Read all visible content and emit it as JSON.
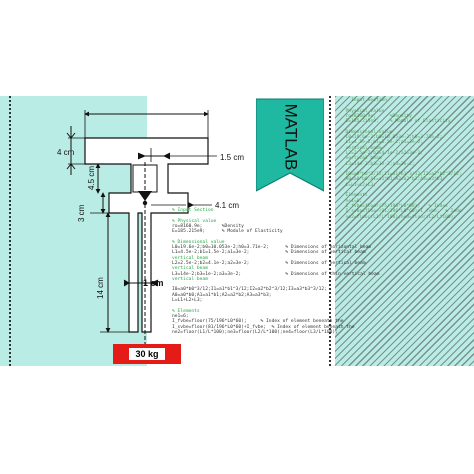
{
  "labels": {
    "dim_4cm": "4 cm",
    "dim_1_5cm": "1.5 cm",
    "dim_4_5cm": "4.5 cm",
    "dim_4_1cm": "4.1 cm",
    "dim_3cm": "3 cm",
    "dim_14cm": "14 cm",
    "dim_1cm": "1 cm",
    "load": "30 kg",
    "banner": "MATLAB"
  },
  "code_mid": [
    {
      "t": "% Input Section",
      "c": "green"
    },
    {
      "t": "",
      "c": "dark"
    },
    {
      "t": "% Physical value",
      "c": "green"
    },
    {
      "t": "ro=8160.9e;       %Density",
      "c": "dark"
    },
    {
      "t": "E=185.215e9;      % Module of Elasticity",
      "c": "dark"
    },
    {
      "t": "",
      "c": "dark"
    },
    {
      "t": "% Dimensional value",
      "c": "green"
    },
    {
      "t": "L0=19.6e-2;b0=10.053e-2;h0=3.71e-2;      % Dimensions of horizontal beam",
      "c": "dark"
    },
    {
      "t": "L1=4.5e-2;b1=1.5e-2;a1=3e-2;             % Dimensions of vertical beam",
      "c": "dark"
    },
    {
      "t": "vertical beam",
      "c": "green"
    },
    {
      "t": "L2=2.5e-2;b2=4.1e-2;a2=3e-2;             % Dimensions of vertical beam",
      "c": "dark"
    },
    {
      "t": "vertical beam",
      "c": "green"
    },
    {
      "t": "L3=14e-2;b3=1e-2;a3=3e-2;                % Dimensions of thin vertical beam",
      "c": "dark"
    },
    {
      "t": "vertical beam",
      "c": "green"
    },
    {
      "t": "",
      "c": "dark"
    },
    {
      "t": "I0=a0*b0^3/12;I1=a1*b1^3/12;I2=a2*b2^3/12;I3=a3*b3^3/12;",
      "c": "dark"
    },
    {
      "t": "A0=a0*b0;A1=a1*b1;A2=a2*b2;A3=a3*b3;",
      "c": "dark"
    },
    {
      "t": "L=L1+L2+L3;",
      "c": "dark"
    },
    {
      "t": "",
      "c": "dark"
    },
    {
      "t": "% Elements",
      "c": "green"
    },
    {
      "t": "ne1=6;",
      "c": "dark"
    },
    {
      "t": "I_fvbe=floor(75/196*L0*60);     % Index of element beneath the",
      "c": "dark"
    },
    {
      "t": "I_svbe=floor(81/196*L0*60)+I_fvbe;  % Index of element beneath the",
      "c": "dark"
    },
    {
      "t": "ne2=floor(L1/L*100);ne3=floor(L2/L*100);ne4=floor(L3/L*100);",
      "c": "dark"
    }
  ],
  "code_right": [
    {
      "t": "    Input Section",
      "c": "pale"
    },
    {
      "t": "",
      "c": "pale"
    },
    {
      "t": "  Physical value",
      "c": "pale"
    },
    {
      "t": "  ro=8160.9e;     %Density",
      "c": "pale"
    },
    {
      "t": "  E=185.215e9;    % Module of Elasticity",
      "c": "pale"
    },
    {
      "t": "",
      "c": "pale"
    },
    {
      "t": "  Dimensional value",
      "c": "pale"
    },
    {
      "t": "  L0=19.6e-2;b0=10.053e-2;h0=3.71e-2;",
      "c": "pale"
    },
    {
      "t": "  L1=4.5e-2;b1=1.5e-2;a1=3e-2;",
      "c": "pale"
    },
    {
      "t": "  vertical beam",
      "c": "pale"
    },
    {
      "t": "  L2=2.5e-2;b2=4.1e-2;a2=3e-2;",
      "c": "pale"
    },
    {
      "t": "  vertical beam",
      "c": "pale"
    },
    {
      "t": "  L3=14e-2;b3=1e-2;a3=3e-2;",
      "c": "pale"
    },
    {
      "t": "",
      "c": "pale"
    },
    {
      "t": "  I0=a0*b0^3/12;I1=a1*b1^3/12;I2=a2*b2^3/12;",
      "c": "pale"
    },
    {
      "t": "  A0=a0*b0;A1=a1*b1;A2=a2*b2;A3=a3*b3;",
      "c": "pale"
    },
    {
      "t": "  L=L1+L2+L3;",
      "c": "pale"
    },
    {
      "t": "",
      "c": "pale"
    },
    {
      "t": "  Elements",
      "c": "pale"
    },
    {
      "t": "  ne1=6;",
      "c": "pale"
    },
    {
      "t": "  I_fvbe=floor(75/196*L0*60);   % Index",
      "c": "pale"
    },
    {
      "t": "  I_svbe=floor(81/196*L0*60)+I_fvbe;  % Inde",
      "c": "pale"
    },
    {
      "t": "  ne2=floor(L1/L*100);ne3=floor(L2/L*100);",
      "c": "pale"
    }
  ],
  "colors": {
    "panel": "#b9ece4",
    "banner": "#1fb9a2",
    "load_box": "#e41b17",
    "code_green": "#22a844"
  }
}
